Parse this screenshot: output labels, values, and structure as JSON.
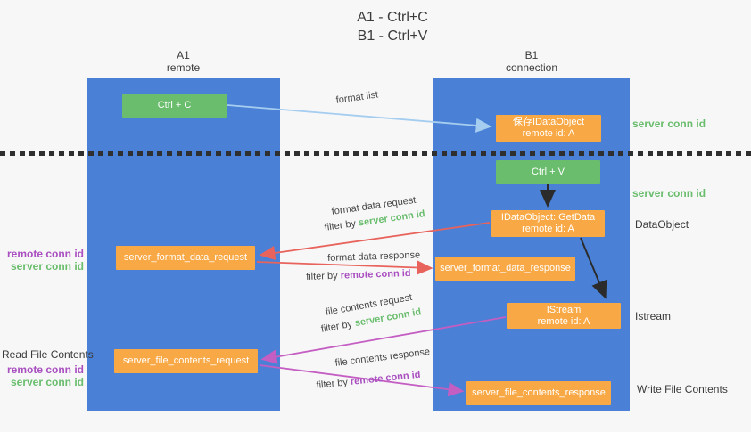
{
  "title": {
    "line1": "A1 - Ctrl+C",
    "line2": "B1 - Ctrl+V"
  },
  "lanes": {
    "a1": {
      "id": "A1",
      "label": "remote"
    },
    "b1": {
      "id": "B1",
      "label": "connection"
    }
  },
  "nodes": {
    "ctrl_c": "Ctrl + C",
    "ctrl_v": "Ctrl + V",
    "save_dataobject": {
      "line1": "保存IDataObject",
      "line2": "remote id: A"
    },
    "getdata": {
      "line1": "IDataObject::GetData",
      "line2": "remote id: A"
    },
    "istream": {
      "line1": "IStream",
      "line2": "remote id: A"
    },
    "server_format_data_request": "server_format_data_request",
    "server_format_data_response": "server_format_data_response",
    "server_file_contents_request": "server_file_contents_request",
    "server_file_contents_response": "server_file_contents_response"
  },
  "arrow_labels": {
    "format_list": "format list",
    "format_data_request": "format data request",
    "format_data_response": "format data response",
    "file_contents_request": "file contents request",
    "file_contents_response": "file contents response",
    "filter_by": "filter by",
    "server_conn_id": "server conn id",
    "remote_conn_id": "remote conn id"
  },
  "side_labels": {
    "server_conn_id_right_top": "server conn id",
    "server_conn_id_right_mid": "server conn id",
    "dataobject": "DataObject",
    "istream": "Istream",
    "write_file_contents": "Write File Contents",
    "read_file_contents": "Read File Contents",
    "remote_conn_id_left_top": "remote conn id",
    "server_conn_id_left_top": "server conn id",
    "remote_conn_id_left_bottom": "remote conn id",
    "server_conn_id_left_bottom": "server conn id"
  },
  "colors": {
    "lane_blue": "#4a80d5",
    "box_green": "#69bd6c",
    "box_orange": "#f8a844",
    "arrow_light_blue": "#a5cdf0",
    "arrow_red": "#e8635c",
    "arrow_magenta": "#c45ec2",
    "arrow_black": "#2b2b2b",
    "text_green": "#69bd6c",
    "text_purple": "#a94fc0",
    "text_dark": "#3a3a3a"
  }
}
